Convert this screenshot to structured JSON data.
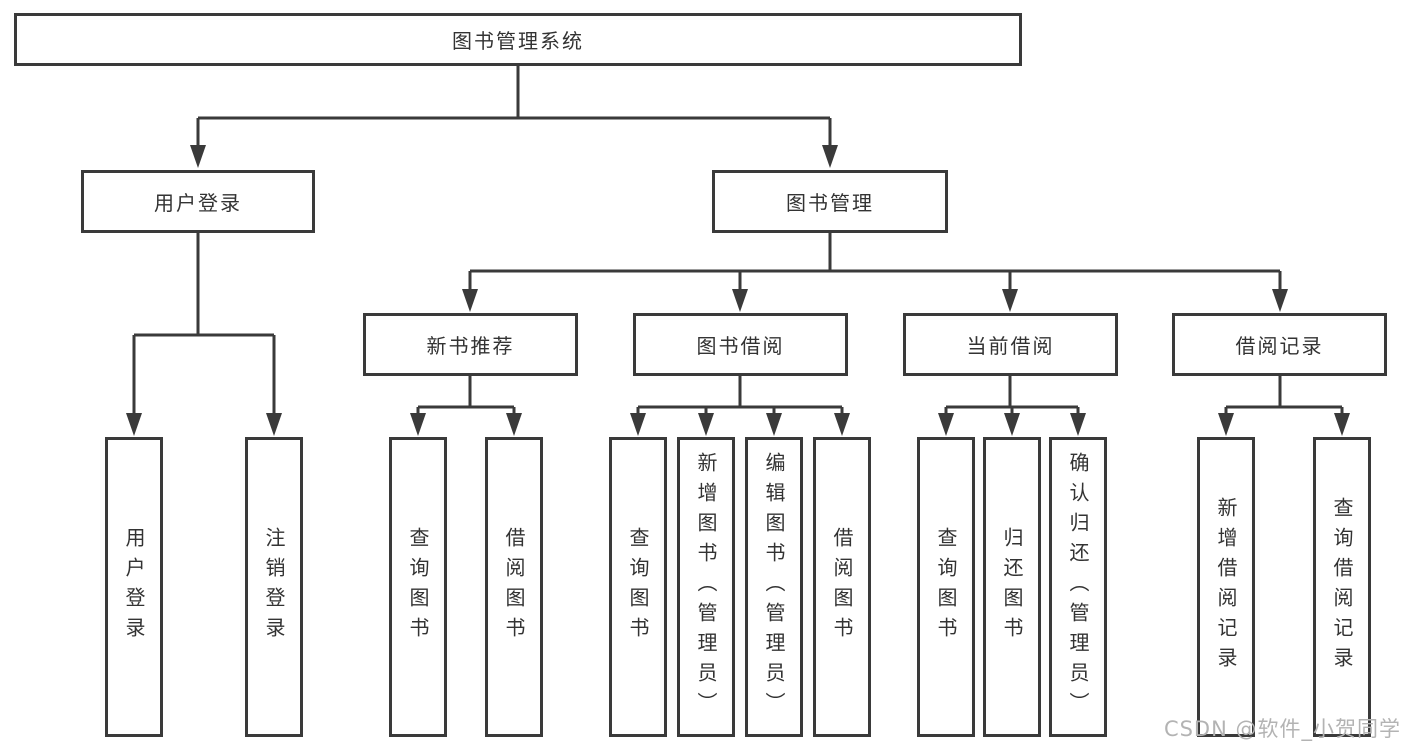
{
  "diagram": {
    "tree": {
      "label": "图书管理系统",
      "children": [
        {
          "label": "用户登录",
          "children": [
            {
              "label": "用户登录"
            },
            {
              "label": "注销登录"
            }
          ]
        },
        {
          "label": "图书管理",
          "children": [
            {
              "label": "新书推荐",
              "children": [
                {
                  "label": "查询图书"
                },
                {
                  "label": "借阅图书"
                }
              ]
            },
            {
              "label": "图书借阅",
              "children": [
                {
                  "label": "查询图书"
                },
                {
                  "label": "新增图书（管理员）"
                },
                {
                  "label": "编辑图书（管理员）"
                },
                {
                  "label": "借阅图书"
                }
              ]
            },
            {
              "label": "当前借阅",
              "children": [
                {
                  "label": "查询图书"
                },
                {
                  "label": "归还图书"
                },
                {
                  "label": "确认归还（管理员）"
                }
              ]
            },
            {
              "label": "借阅记录",
              "children": [
                {
                  "label": "新增借阅记录"
                },
                {
                  "label": "查询借阅记录"
                }
              ]
            }
          ]
        }
      ]
    }
  },
  "watermark": {
    "text": "CSDN @软件_小贺同学"
  },
  "colors": {
    "line": "#3a3a3a",
    "text": "#333333",
    "watermark": "#b3b3b3",
    "background": "#ffffff"
  }
}
